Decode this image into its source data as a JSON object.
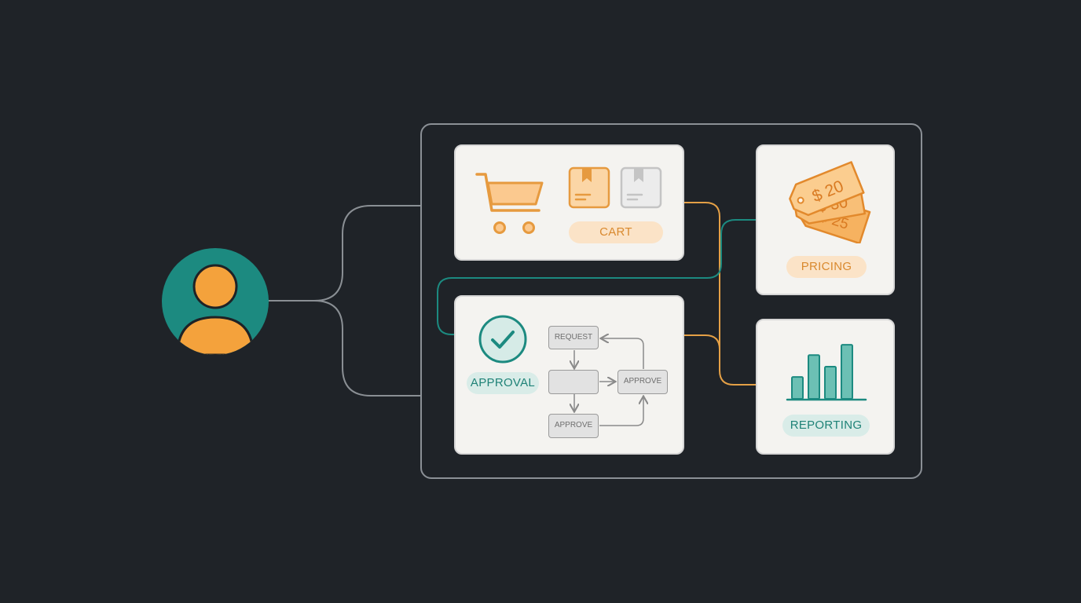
{
  "colors": {
    "background": "#1f2328",
    "teal": "#1c8a80",
    "orange": "#f4a23c",
    "card": "#f4f3f0",
    "connector_gray": "#8a8f94"
  },
  "icons": {
    "user": "person-avatar-icon",
    "cart": "shopping-cart-icon",
    "box": "package-icon",
    "tags": "price-tag-icon",
    "check": "check-circle-icon",
    "chart": "bar-chart-icon"
  },
  "cards": {
    "cart": {
      "label": "CART"
    },
    "pricing": {
      "label": "PRICING",
      "tags": [
        "$ 20",
        "$ 30",
        "$ 25"
      ]
    },
    "approval": {
      "label": "APPROVAL",
      "flow": {
        "request": "REQUEST",
        "approve_right": "APPROVE",
        "approve_bottom": "APPROVE"
      }
    },
    "reporting": {
      "label": "REPORTING",
      "bars": [
        0.34,
        0.68,
        0.5,
        0.84
      ]
    }
  }
}
